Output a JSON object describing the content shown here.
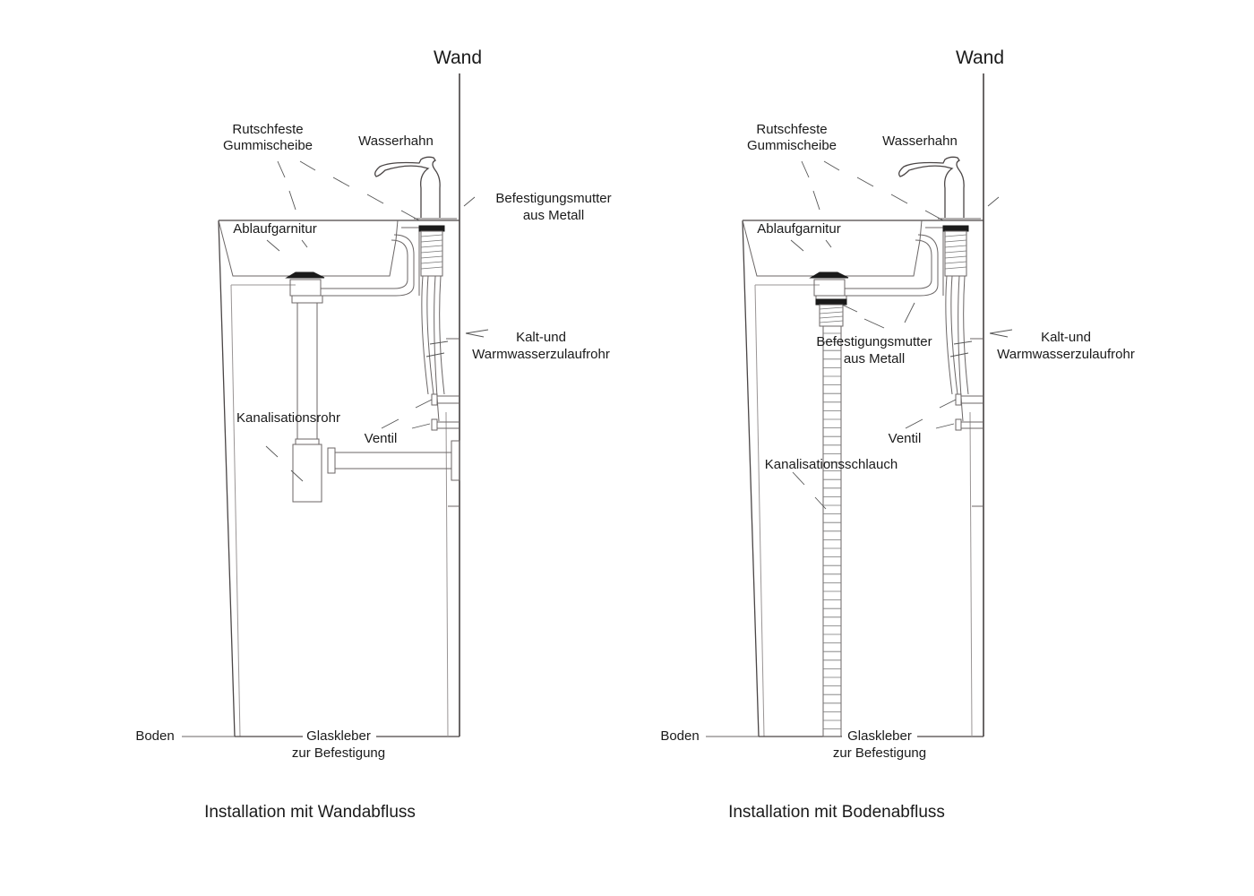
{
  "diagrams": [
    {
      "id": "wall-drain",
      "caption": "Installation mit Wandabfluss",
      "labels": {
        "wall": "Wand",
        "rubber_washer": [
          "Rutschfeste",
          "Gummischeibe"
        ],
        "faucet": "Wasserhahn",
        "fixing_nut": [
          "Befestigungsmutter",
          "aus Metall"
        ],
        "drain_set": "Ablaufgarnitur",
        "supply_pipe": [
          "Kalt-und",
          "Warmwasserzulaufrohr"
        ],
        "drain_pipe": "Kanalisationsrohr",
        "valve": "Ventil",
        "floor": "Boden",
        "glass_adhesive": [
          "Glaskleber",
          "zur Befestigung"
        ]
      }
    },
    {
      "id": "floor-drain",
      "caption": "Installation mit Bodenabfluss",
      "labels": {
        "wall": "Wand",
        "rubber_washer": [
          "Rutschfeste",
          "Gummischeibe"
        ],
        "faucet": "Wasserhahn",
        "drain_set": "Ablaufgarnitur",
        "fixing_nut": [
          "Befestigungsmutter",
          "aus Metall"
        ],
        "supply_pipe": [
          "Kalt-und",
          "Warmwasserzulaufrohr"
        ],
        "valve": "Ventil",
        "drain_hose": "Kanalisationsschlauch",
        "floor": "Boden",
        "glass_adhesive": [
          "Glaskleber",
          "zur Befestigung"
        ]
      }
    }
  ]
}
